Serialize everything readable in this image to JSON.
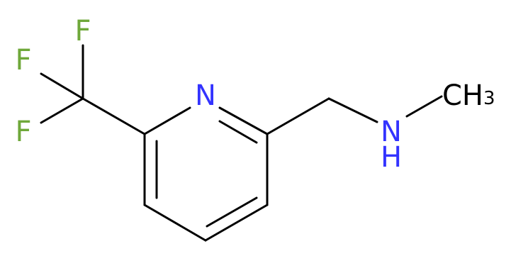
{
  "molecule": {
    "atoms": {
      "f1": "F",
      "f2": "F",
      "f3": "F",
      "n_ring": "N",
      "n_amine": "N",
      "h_amine": "H",
      "methyl_c": "CH",
      "methyl_sub": "3"
    },
    "colors": {
      "bond": "#000000",
      "nitrogen": "#3333ff",
      "fluorine": "#6fa83a",
      "carbon": "#000000"
    }
  }
}
